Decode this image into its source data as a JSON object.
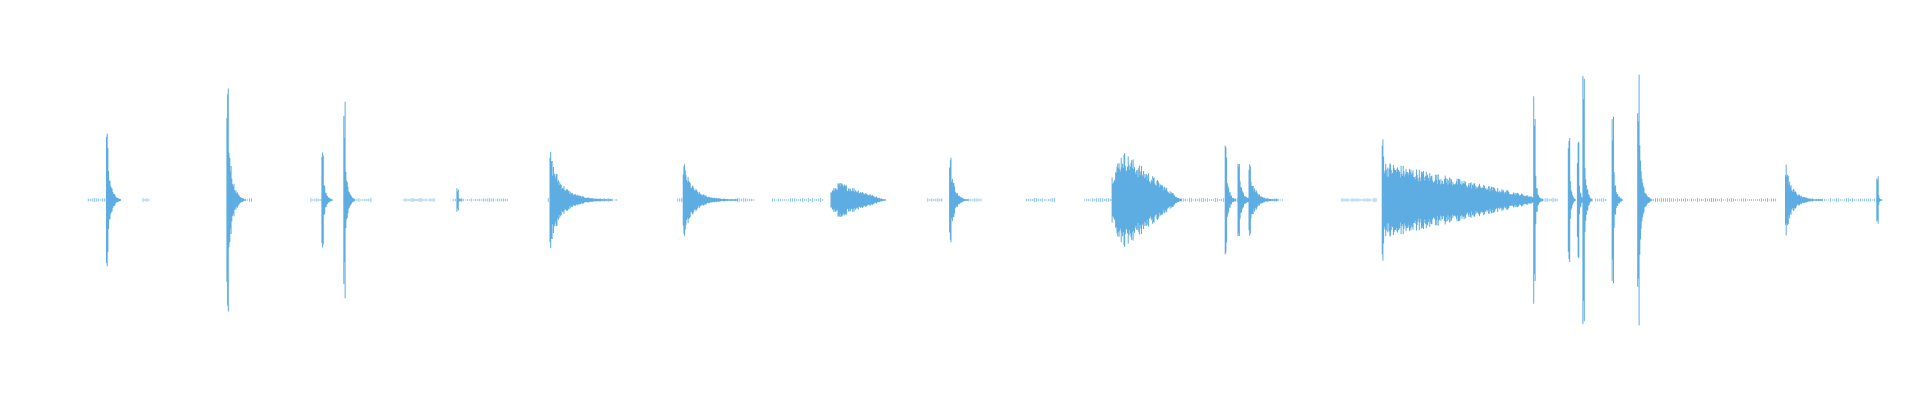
{
  "waveform": {
    "color": "#5dade2",
    "background": "#ffffff",
    "time_range": [
      0,
      1
    ],
    "amplitude_range": [
      -1,
      1
    ],
    "events": [
      {
        "t": 0.02,
        "amp": 0.5,
        "duration": 0.008,
        "shape": "spike"
      },
      {
        "t": 0.086,
        "amp": 0.9,
        "duration": 0.01,
        "shape": "decay"
      },
      {
        "t": 0.138,
        "amp": 0.35,
        "duration": 0.006,
        "shape": "spike"
      },
      {
        "t": 0.15,
        "amp": 0.72,
        "duration": 0.006,
        "shape": "spike"
      },
      {
        "t": 0.212,
        "amp": 0.1,
        "duration": 0.003,
        "shape": "spike"
      },
      {
        "t": 0.263,
        "amp": 0.36,
        "duration": 0.034,
        "shape": "decay"
      },
      {
        "t": 0.336,
        "amp": 0.28,
        "duration": 0.03,
        "shape": "decay"
      },
      {
        "t": 0.417,
        "amp": 0.13,
        "duration": 0.03,
        "shape": "swell"
      },
      {
        "t": 0.482,
        "amp": 0.36,
        "duration": 0.01,
        "shape": "spike"
      },
      {
        "t": 0.571,
        "amp": 0.36,
        "duration": 0.038,
        "shape": "swell"
      },
      {
        "t": 0.633,
        "amp": 0.45,
        "duration": 0.006,
        "shape": "spike"
      },
      {
        "t": 0.64,
        "amp": 0.26,
        "duration": 0.01,
        "shape": "decay"
      },
      {
        "t": 0.646,
        "amp": 0.26,
        "duration": 0.016,
        "shape": "decay"
      },
      {
        "t": 0.719,
        "amp": 0.5,
        "duration": 0.088,
        "shape": "long-decay"
      },
      {
        "t": 0.802,
        "amp": 0.75,
        "duration": 0.004,
        "shape": "spike"
      },
      {
        "t": 0.821,
        "amp": 0.55,
        "duration": 0.004,
        "shape": "spike"
      },
      {
        "t": 0.826,
        "amp": 0.43,
        "duration": 0.004,
        "shape": "spike"
      },
      {
        "t": 0.829,
        "amp": 0.95,
        "duration": 0.005,
        "shape": "spike"
      },
      {
        "t": 0.845,
        "amp": 0.62,
        "duration": 0.006,
        "shape": "decay"
      },
      {
        "t": 0.859,
        "amp": 0.92,
        "duration": 0.008,
        "shape": "decay"
      },
      {
        "t": 0.94,
        "amp": 0.27,
        "duration": 0.02,
        "shape": "decay"
      },
      {
        "t": 0.99,
        "amp": 0.2,
        "duration": 0.003,
        "shape": "spike"
      }
    ],
    "noise_segments": [
      [
        0.01,
        0.02
      ],
      [
        0.04,
        0.044
      ],
      [
        0.095,
        0.1
      ],
      [
        0.132,
        0.14
      ],
      [
        0.155,
        0.165
      ],
      [
        0.183,
        0.2
      ],
      [
        0.21,
        0.24
      ],
      [
        0.262,
        0.3
      ],
      [
        0.333,
        0.375
      ],
      [
        0.385,
        0.413
      ],
      [
        0.47,
        0.478
      ],
      [
        0.486,
        0.5
      ],
      [
        0.524,
        0.54
      ],
      [
        0.556,
        0.572
      ],
      [
        0.609,
        0.64
      ],
      [
        0.65,
        0.665
      ],
      [
        0.697,
        0.716
      ],
      [
        0.805,
        0.815
      ],
      [
        0.836,
        0.842
      ],
      [
        0.86,
        0.935
      ],
      [
        0.945,
        0.99
      ]
    ]
  }
}
